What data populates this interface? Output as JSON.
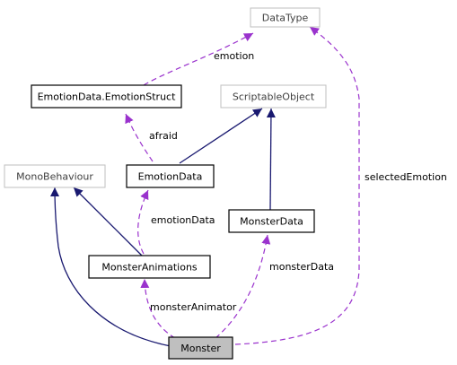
{
  "nodes": {
    "datatype": "DataType",
    "emotion_struct": "EmotionData.EmotionStruct",
    "scriptable_object": "ScriptableObject",
    "mono_behaviour": "MonoBehaviour",
    "emotion_data": "EmotionData",
    "monster_data": "MonsterData",
    "monster_animations": "MonsterAnimations",
    "monster": "Monster"
  },
  "edge_labels": {
    "emotion": "emotion",
    "afraid": "afraid",
    "emotion_data": "emotionData",
    "selected_emotion": "selectedEmotion",
    "monster_data": "monsterData",
    "monster_animator": "monsterAnimator"
  },
  "colors": {
    "inheritance": "#191970",
    "usage": "#9a32cd",
    "external_border": "#bfbfbf",
    "internal_border": "#000000",
    "highlight_fill": "#bfbfbf"
  }
}
